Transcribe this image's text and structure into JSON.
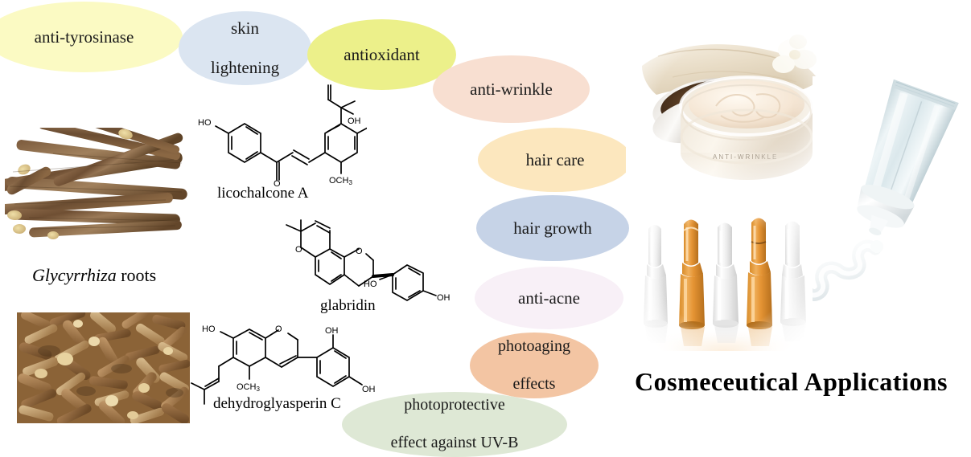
{
  "figure": {
    "title": "Cosmeceutical  Applications",
    "source_caption": "Glycyrrhiza roots",
    "caption_italic_part": "Glycyrrhiza",
    "caption_plain_part": " roots"
  },
  "bubbles": [
    {
      "label": "anti-tyrosinase",
      "lines": [
        "anti-tyrosinase"
      ],
      "color": "#FBFAC3"
    },
    {
      "label": "skin lightening",
      "lines": [
        "skin",
        "lightening"
      ],
      "color": "#DBE5F1"
    },
    {
      "label": "antioxidant",
      "lines": [
        "antioxidant"
      ],
      "color": "#ECF08A"
    },
    {
      "label": "anti-wrinkle",
      "lines": [
        "anti-wrinkle"
      ],
      "color": "#F8DFD1"
    },
    {
      "label": "hair care",
      "lines": [
        "hair  care"
      ],
      "color": "#FCE7BE"
    },
    {
      "label": "hair growth",
      "lines": [
        "hair  growth"
      ],
      "color": "#C6D3E7"
    },
    {
      "label": "anti-acne",
      "lines": [
        "anti-acne"
      ],
      "color": "#F8F0F7"
    },
    {
      "label": "photoaging effects",
      "lines": [
        "photoaging",
        "effects"
      ],
      "color": "#F3C5A3"
    },
    {
      "label": "photoprotective effect against UV-B",
      "lines": [
        "photoprotective",
        "effect against  UV-B"
      ],
      "color": "#DEE8D5"
    }
  ],
  "structures": [
    {
      "name": "licochalcone A",
      "label": "licochalcone A",
      "atoms": [
        "HO",
        "OH",
        "OCH",
        "O"
      ],
      "subscript": "3"
    },
    {
      "name": "glabridin",
      "label": "glabridin",
      "atoms": [
        "O",
        "O",
        "HO",
        "OH"
      ]
    },
    {
      "name": "dehydroglyasperin C",
      "label": "dehydroglyasperin C",
      "atoms": [
        "HO",
        "O",
        "OH",
        "OCH",
        "OH"
      ],
      "subscript": "3"
    }
  ],
  "photos": [
    {
      "name": "glycyrrhiza-roots-sticks",
      "alt": "licorice root sticks photograph"
    },
    {
      "name": "glycyrrhiza-roots-chips",
      "alt": "chopped licorice root pieces photograph"
    },
    {
      "name": "cosmetic-cream-jar",
      "alt": "open cream jar with silver lid photograph"
    },
    {
      "name": "serum-ampoules",
      "alt": "five glass ampoules, amber and clear"
    },
    {
      "name": "cream-tube",
      "alt": "pale blue squeeze tube with dispensed cream swirl"
    }
  ],
  "colors": {
    "text": "#1a1a1a",
    "tube_body": "#dfe9ec",
    "ampoule_amber": "#e09a3c",
    "ampoule_clear": "#f2f2f2"
  }
}
